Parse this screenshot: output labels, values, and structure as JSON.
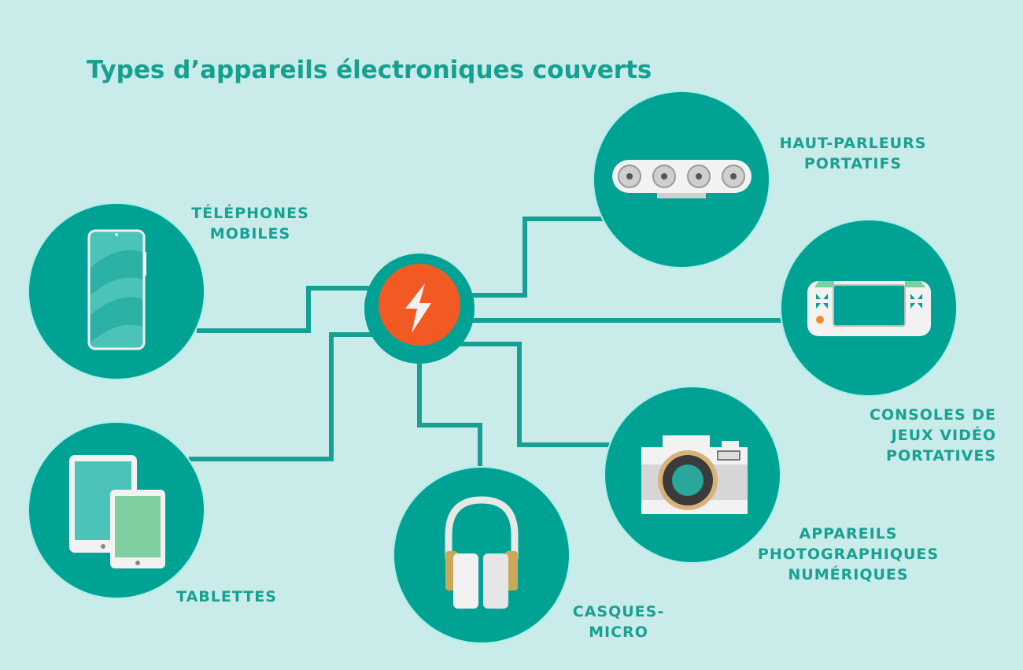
{
  "title": "Types d’appareils électroniques couverts",
  "colors": {
    "background": "#c9ebe9",
    "teal": "#00a294",
    "hub": "#f25a24"
  },
  "devices": [
    {
      "id": "phones",
      "icon": "smartphone-icon",
      "label_lines": [
        "TÉLÉPHONES",
        "MOBILES"
      ]
    },
    {
      "id": "tablets",
      "icon": "tablet-icon",
      "label_lines": [
        "TABLETTES"
      ]
    },
    {
      "id": "headsets",
      "icon": "headphones-icon",
      "label_lines": [
        "CASQUES-",
        "MICRO"
      ]
    },
    {
      "id": "cameras",
      "icon": "camera-icon",
      "label_lines": [
        "APPAREILS",
        "PHOTOGRAPHIQUES",
        "NUMÉRIQUES"
      ]
    },
    {
      "id": "speakers",
      "icon": "speaker-icon",
      "label_lines": [
        "HAUT-PARLEURS",
        "PORTATIFS"
      ]
    },
    {
      "id": "consoles",
      "icon": "game-console-icon",
      "label_lines": [
        "CONSOLES DE",
        "JEUX VIDÉO",
        "PORTATIVES"
      ]
    }
  ],
  "hub": {
    "icon": "lightning-icon"
  }
}
